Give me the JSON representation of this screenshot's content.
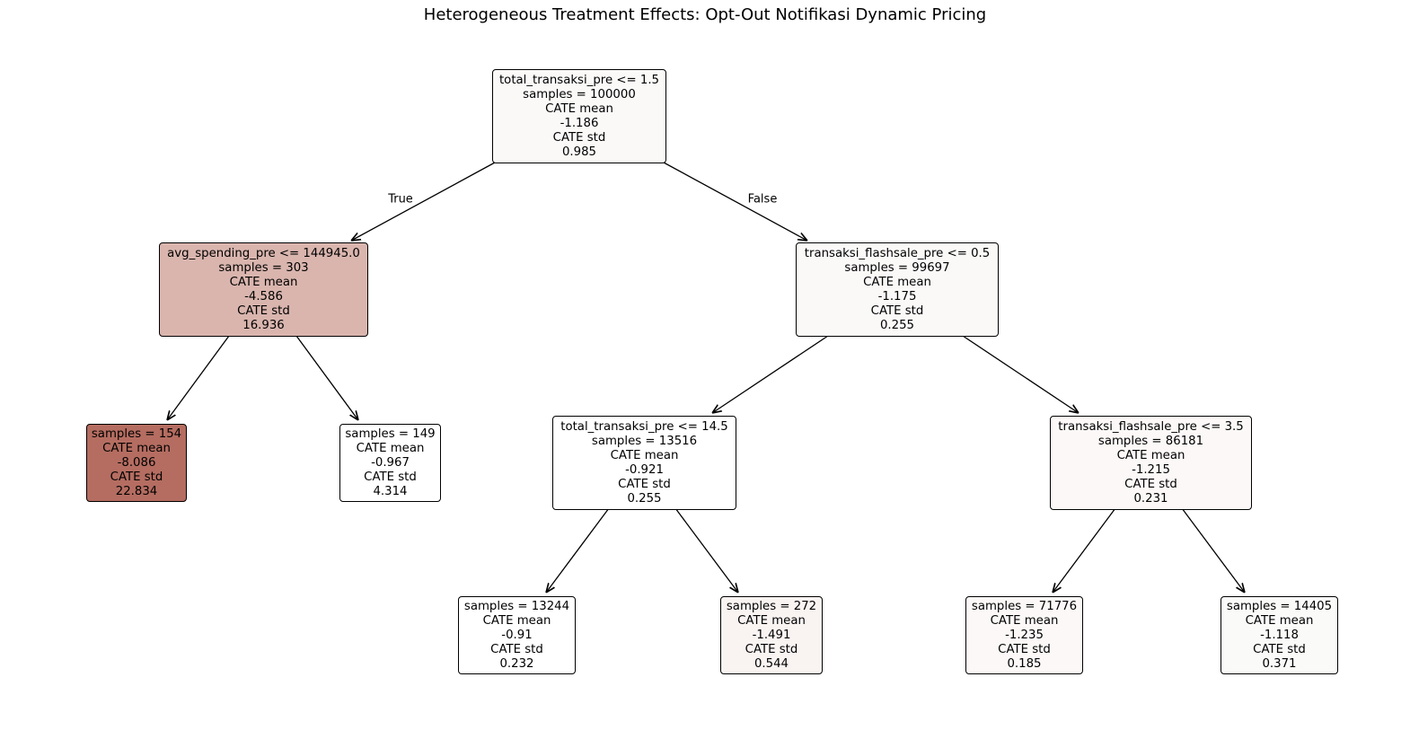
{
  "title": "Heterogeneous Treatment Effects: Opt-Out Notifikasi Dynamic Pricing",
  "edge_labels": {
    "true": "True",
    "false": "False"
  },
  "nodes": {
    "root": {
      "split": "total_transaksi_pre <= 1.5",
      "samples": "samples = 100000",
      "mean_label": "CATE mean",
      "mean": "-1.186",
      "std_label": "CATE std",
      "std": "0.985",
      "fill": "#faf9f8"
    },
    "left": {
      "split": "avg_spending_pre <= 144945.0",
      "samples": "samples = 303",
      "mean_label": "CATE mean",
      "mean": "-4.586",
      "std_label": "CATE std",
      "std": "16.936",
      "fill": "#d9b5ae"
    },
    "right": {
      "split": "transaksi_flashsale_pre <= 0.5",
      "samples": "samples = 99697",
      "mean_label": "CATE mean",
      "mean": "-1.175",
      "std_label": "CATE std",
      "std": "0.255",
      "fill": "#faf9f8"
    },
    "ll": {
      "samples": "samples = 154",
      "mean_label": "CATE mean",
      "mean": "-8.086",
      "std_label": "CATE std",
      "std": "22.834",
      "fill": "#b56d61"
    },
    "lr": {
      "samples": "samples = 149",
      "mean_label": "CATE mean",
      "mean": "-0.967",
      "std_label": "CATE std",
      "std": "4.314",
      "fill": "#ffffff"
    },
    "rl": {
      "split": "total_transaksi_pre <= 14.5",
      "samples": "samples = 13516",
      "mean_label": "CATE mean",
      "mean": "-0.921",
      "std_label": "CATE std",
      "std": "0.255",
      "fill": "#ffffff"
    },
    "rr": {
      "split": "transaksi_flashsale_pre <= 3.5",
      "samples": "samples = 86181",
      "mean_label": "CATE mean",
      "mean": "-1.215",
      "std_label": "CATE std",
      "std": "0.231",
      "fill": "#fbf8f7"
    },
    "rll": {
      "samples": "samples = 13244",
      "mean_label": "CATE mean",
      "mean": "-0.91",
      "std_label": "CATE std",
      "std": "0.232",
      "fill": "#ffffff"
    },
    "rlr": {
      "samples": "samples = 272",
      "mean_label": "CATE mean",
      "mean": "-1.491",
      "std_label": "CATE std",
      "std": "0.544",
      "fill": "#f9f3f2"
    },
    "rrl": {
      "samples": "samples = 71776",
      "mean_label": "CATE mean",
      "mean": "-1.235",
      "std_label": "CATE std",
      "std": "0.185",
      "fill": "#fbf8f7"
    },
    "rrr": {
      "samples": "samples = 14405",
      "mean_label": "CATE mean",
      "mean": "-1.118",
      "std_label": "CATE std",
      "std": "0.371",
      "fill": "#fafaf9"
    }
  }
}
